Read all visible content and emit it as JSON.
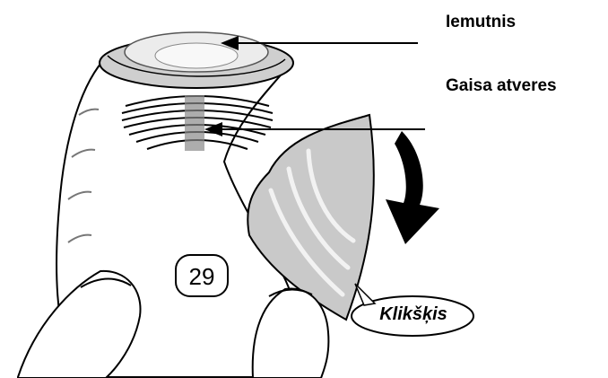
{
  "labels": {
    "mouthpiece": "Iemutnis",
    "air_vents": "Gaisa atveres",
    "click": "Klikšķis"
  },
  "counter": {
    "value": "29"
  },
  "colors": {
    "ink": "#000000",
    "body_fill": "#ffffff",
    "grip_fill": "#c9c9c9",
    "mouthpiece_fill": "#d4d4d4",
    "vent_fill": "#8a8a8a"
  }
}
